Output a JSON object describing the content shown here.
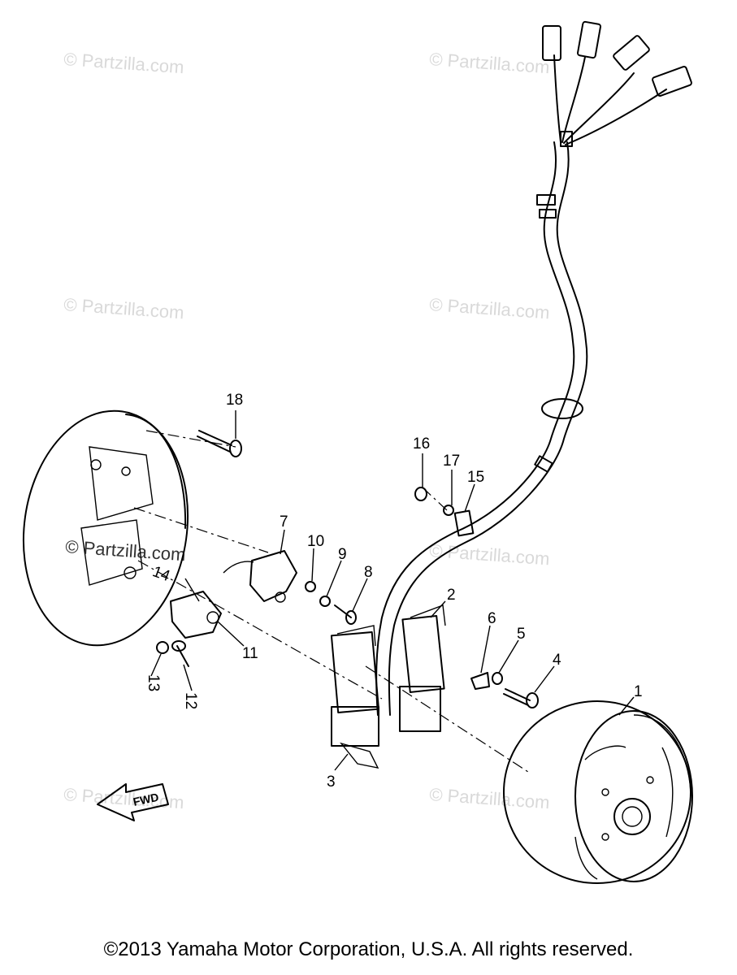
{
  "watermarks": [
    "© Partzilla.com",
    "© Partzilla.com",
    "© Partzilla.com",
    "© Partzilla.com",
    "© Partzilla.com",
    "© Partzilla.com",
    "© Partzilla.com",
    "© Partzilla.com"
  ],
  "callouts": {
    "p1": "1",
    "p2": "2",
    "p3": "3",
    "p4": "4",
    "p5": "5",
    "p6": "6",
    "p7": "7",
    "p8": "8",
    "p9": "9",
    "p10": "10",
    "p11": "11",
    "p12": "12",
    "p13": "13",
    "p14": "14",
    "p15": "15",
    "p16": "16",
    "p17": "17",
    "p18": "18"
  },
  "fwd_label": "FWD",
  "copyright": "©2013  Yamaha Motor Corporation, U.S.A. All rights reserved."
}
